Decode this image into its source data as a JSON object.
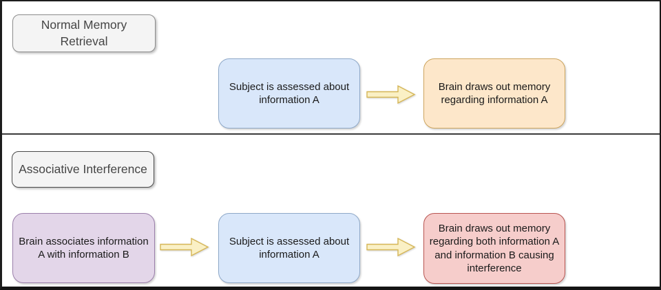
{
  "colors": {
    "background": "#ffffff",
    "frame_border": "#1d1d1d",
    "divider": "#3a3a3a",
    "label_fill": "#f4f4f4",
    "label_stroke_top": "#8c8c8c",
    "label_stroke_bottom": "#4a4a4a",
    "arrow_fill": "#faf0c5",
    "arrow_stroke": "#d6b656"
  },
  "sections": [
    {
      "label": "Normal Memory Retrieval",
      "nodes": [
        {
          "id": "assess-a",
          "text": "Subject is assessed about information A",
          "fill": "#d9e7fa",
          "stroke": "#8ea8c8"
        },
        {
          "id": "retrieve-a",
          "text": "Brain draws out memory regarding information A",
          "fill": "#fde7ca",
          "stroke": "#cda55e"
        }
      ]
    },
    {
      "label": "Associative Interference",
      "nodes": [
        {
          "id": "associate-ab",
          "text": "Brain associates information A with information B",
          "fill": "#e3d6e9",
          "stroke": "#9b7fab"
        },
        {
          "id": "assess-a",
          "text": "Subject is assessed about information A",
          "fill": "#d9e7fa",
          "stroke": "#8ea8c8"
        },
        {
          "id": "interference",
          "text": "Brain draws out memory regarding both information A and information B causing interference",
          "fill": "#f6cdcb",
          "stroke": "#b85450"
        }
      ]
    }
  ]
}
